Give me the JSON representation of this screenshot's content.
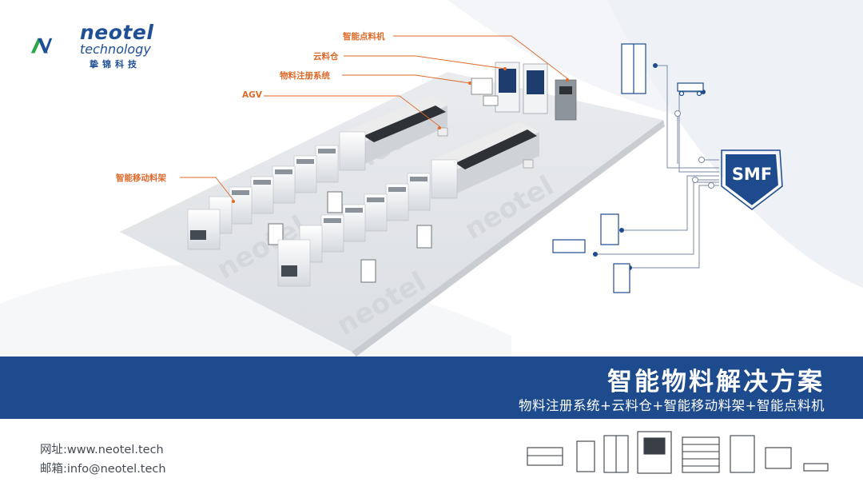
{
  "logo": {
    "name": "neotel",
    "sub": "technology",
    "cn": "挚锦科技"
  },
  "callouts": {
    "smart_counter": "智能点料机",
    "cloud_store": "云料仓",
    "registration": "物料注册系统",
    "agv": "AGV",
    "mobile_rack": "智能移动料架"
  },
  "smf": {
    "label": "SMF"
  },
  "banner": {
    "title": "智能物料解决方案",
    "subtitle": "物料注册系统+云料仓+智能移动料架+智能点料机"
  },
  "contact": {
    "website": "网址:www.neotel.tech",
    "email": "邮箱:info@neotel.tech"
  },
  "watermark": "neotel",
  "colors": {
    "brand_blue": "#1e4b8e",
    "logo_green": "#2aa84a",
    "callout_orange": "#e06a2a"
  }
}
